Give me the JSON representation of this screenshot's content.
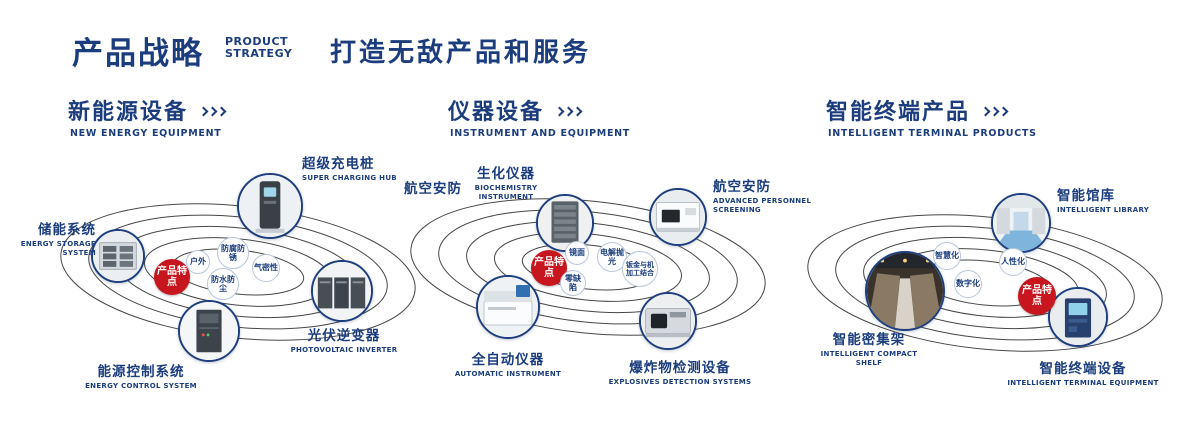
{
  "colors": {
    "navy": "#1b3d7e",
    "red": "#c8161e",
    "ring": "#474747"
  },
  "header": {
    "title_cn": "产品战略",
    "title_en_line1": "PRODUCT",
    "title_en_line2": "STRATEGY",
    "subtitle": "打造无敌产品和服务"
  },
  "badge_label": "产品特点",
  "sections": [
    {
      "title_cn": "新能源设备",
      "title_en": "NEW ENERGY EQUIPMENT",
      "features": [
        "户外",
        "防腐防锈",
        "气密性",
        "防水防尘"
      ],
      "nodes": [
        {
          "label_cn": "储能系统",
          "label_en": "ENERGY STORAGE SYSTEM",
          "icon": "energy-storage-cabinet"
        },
        {
          "label_cn": "超级充电桩",
          "label_en": "SUPER CHARGING HUB",
          "icon": "charging-pile"
        },
        {
          "label_cn": "光伏逆变器",
          "label_en": "PHOTOVOLTAIC INVERTER",
          "icon": "inverter-cabinets"
        },
        {
          "label_cn": "能源控制系统",
          "label_en": "ENERGY CONTROL SYSTEM",
          "icon": "control-cabinet"
        }
      ]
    },
    {
      "title_cn": "仪器设备",
      "title_en": "INSTRUMENT AND EQUIPMENT",
      "side_label": "航空安防",
      "features": [
        "镜面",
        "电解抛光",
        "零缺陷",
        "钣金与机加工结合"
      ],
      "nodes": [
        {
          "label_cn": "生化仪器",
          "label_en": "BIOCHEMISTRY INSTRUMENT",
          "icon": "instrument-rack"
        },
        {
          "label_cn": "航空安防",
          "label_en": "ADVANCED PERSONNEL SCREENING",
          "icon": "screening-machine"
        },
        {
          "label_cn": "全自动仪器",
          "label_en": "AUTOMATIC INSTRUMENT",
          "icon": "automatic-analyzer"
        },
        {
          "label_cn": "爆炸物检测设备",
          "label_en": "EXPLOSIVES DETECTION SYSTEMS",
          "icon": "explosives-scanner"
        }
      ]
    },
    {
      "title_cn": "智能终端产品",
      "title_en": "INTELLIGENT TERMINAL PRODUCTS",
      "features": [
        "智慧化",
        "人性化",
        "数字化"
      ],
      "nodes": [
        {
          "label_cn": "智能馆库",
          "label_en": "INTELLIGENT LIBRARY",
          "icon": "library-room"
        },
        {
          "label_cn": "智能密集架",
          "label_en": "INTELLIGENT COMPACT SHELF",
          "icon": "compact-shelf"
        },
        {
          "label_cn": "智能终端设备",
          "label_en": "INTELLIGENT TERMINAL EQUIPMENT",
          "icon": "terminal-kiosk"
        }
      ]
    }
  ]
}
